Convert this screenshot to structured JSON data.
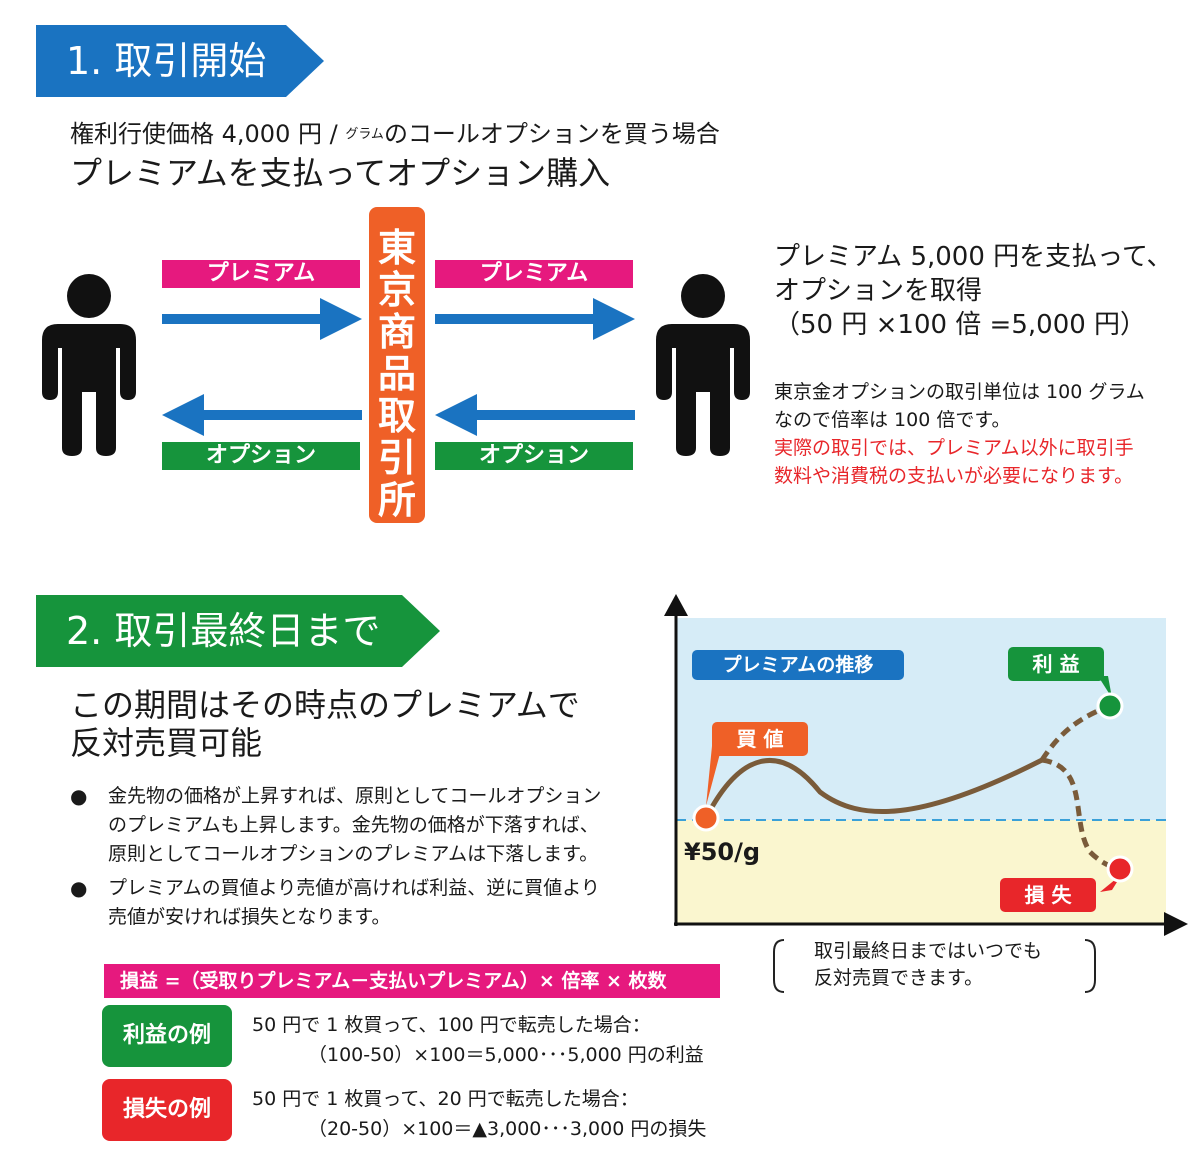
{
  "section1": {
    "title": "1. 取引開始",
    "subtitle_pre": "権利行使価格 4,000 円 / ",
    "subtitle_small": "グラム",
    "subtitle_post": "のコールオプションを買う場合",
    "heading": "プレミアムを支払ってオプション購入",
    "premium_label": "プレミアム",
    "option_label": "オプション",
    "exchange_chars": [
      "東",
      "京",
      "商",
      "品",
      "取",
      "引",
      "所"
    ],
    "right_line1": "プレミアム 5,000 円を支払って、",
    "right_line2": "オプションを取得",
    "right_line3": "（50 円 ×100 倍 =5,000 円）",
    "note_line1": "東京金オプションの取引単位は 100 グラム",
    "note_line2": "なので倍率は 100 倍です。",
    "warn_line1": "実際の取引では、プレミアム以外に取引手",
    "warn_line2": "数料や消費税の支払いが必要になります。"
  },
  "section2": {
    "title": "2. 取引最終日まで",
    "heading_line1": "この期間はその時点のプレミアムで",
    "heading_line2": "反対売買可能",
    "bullet1_line1": "金先物の価格が上昇すれば、原則としてコールオプション",
    "bullet1_line2": "のプレミアムも上昇します。金先物の価格が下落すれば、",
    "bullet1_line3": "原則としてコールオプションのプレミアムは下落します。",
    "bullet2_line1": "プレミアムの買値より売値が高ければ利益、逆に買値より",
    "bullet2_line2": "売値が安ければ損失となります。",
    "formula": "損益 =（受取りプレミアム－支払いプレミアム）× 倍率 × 枚数",
    "profit_label": "利益の例",
    "profit_line1": "50 円で 1 枚買って、100 円で転売した場合：",
    "profit_line2": "（100-50）×100＝5,000･･･5,000 円の利益",
    "loss_label": "損失の例",
    "loss_line1": "50 円で 1 枚買って、20 円で転売した場合：",
    "loss_line2": "（20-50）×100＝▲3,000･･･3,000 円の損失",
    "note_line1": "取引最終日まではいつでも",
    "note_line2": "反対売買できます。"
  },
  "chart": {
    "legend": "プレミアムの推移",
    "buy_label": "買 値",
    "profit_label": "利 益",
    "loss_label": "損 失",
    "price_label": "¥50/g"
  },
  "colors": {
    "blue": "#1a73c1",
    "green": "#16943c",
    "pink": "#e6197e",
    "orange": "#ef6027",
    "red": "#e8262a",
    "brown": "#7a5b3a",
    "sky": "#d6ecf7",
    "cream": "#faf6cf"
  }
}
